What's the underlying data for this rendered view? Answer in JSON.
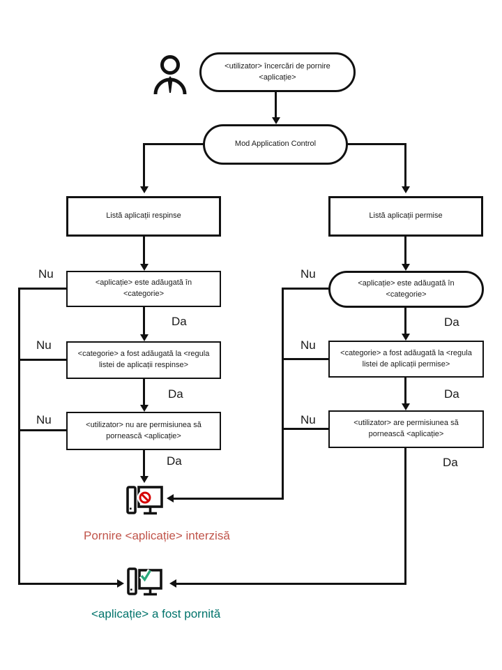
{
  "nodes": {
    "start": "<utilizator> încercări de pornire <aplicație>",
    "mode": "Mod Application Control",
    "denied_list": "Listă aplicații respinse",
    "allowed_list": "Listă aplicații permise",
    "denied_in_category": "<aplicație> este adăugată în <categorie>",
    "allowed_in_category": "<aplicație> este adăugată în <categorie>",
    "denied_rule": "<categorie> a fost adăugată la <regula listei de aplicații respinse>",
    "allowed_rule": "<categorie> a fost adăugată la <regula listei de aplicații permise>",
    "denied_permission": "<utilizator> nu are permisiunea să pornească <aplicație>",
    "allowed_permission": "<utilizator> are permisiunea să pornească <aplicație>",
    "blocked_result": "Pornire <aplicație> interzisă",
    "started_result": "<aplicație> a fost pornită"
  },
  "labels": {
    "no": "Nu",
    "yes": "Da"
  },
  "colors": {
    "line": "#111111",
    "blocked_text": "#c0544a",
    "blocked_sign": "#d50000",
    "started_text": "#00736b",
    "check_mark": "#2aa87c"
  },
  "icons": {
    "user": "user-icon",
    "blocked_computer": "computer-blocked-icon",
    "started_computer": "computer-started-icon"
  }
}
